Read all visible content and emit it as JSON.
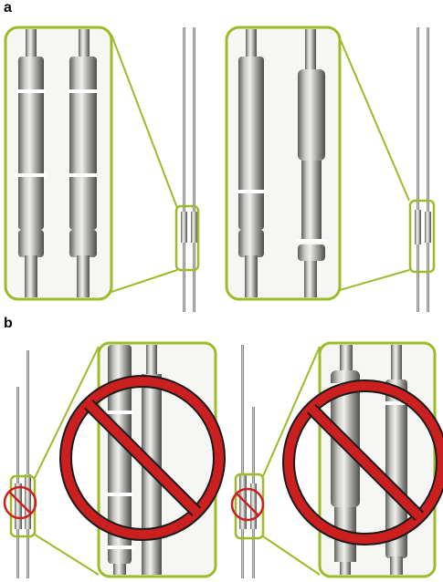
{
  "panels": {
    "a": {
      "label": "a"
    },
    "b": {
      "label": "b"
    }
  },
  "colors": {
    "frame_green": "#9bbb28",
    "prohibition_red": "#cc1f1f",
    "metal_light": "#d8d8d6",
    "metal_dark": "#6f6f6b",
    "background": "#ffffff"
  },
  "icons": {
    "prohibition": "no-entry-circle-slash-icon",
    "zoom": "magnification-callout"
  }
}
